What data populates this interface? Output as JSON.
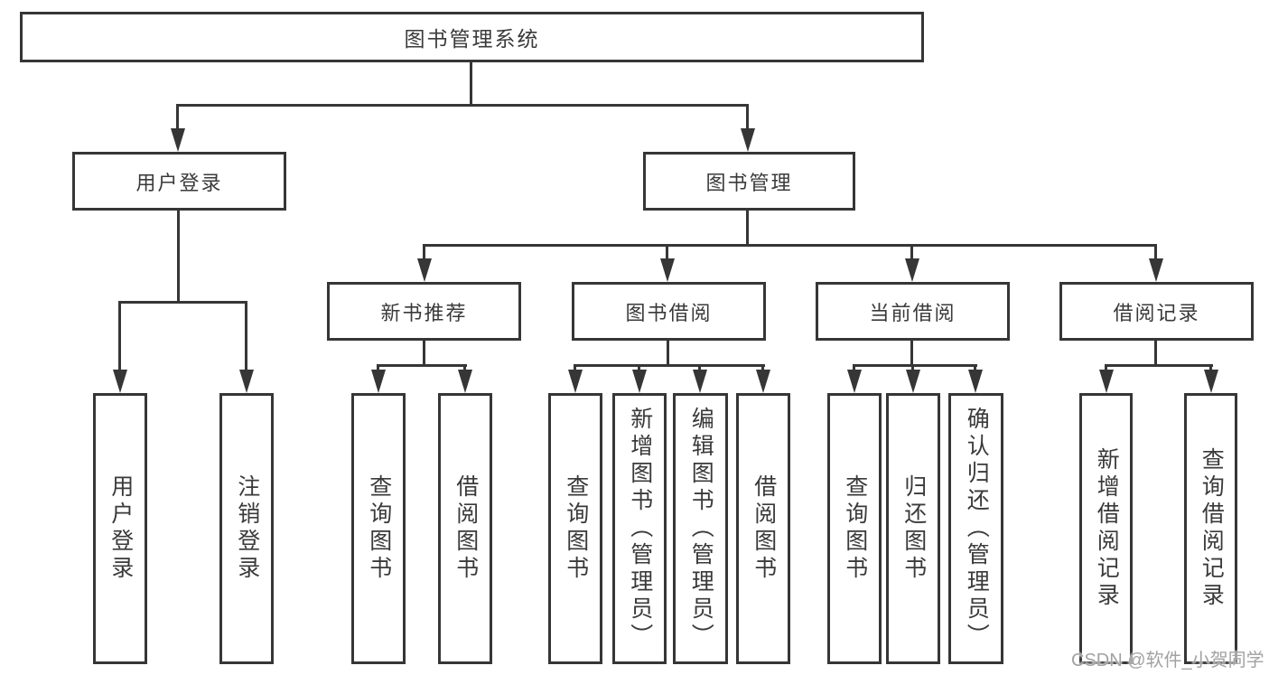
{
  "tree": {
    "label": "图书管理系统",
    "children": [
      {
        "label": "用户登录",
        "children": [
          {
            "label": "用户登录"
          },
          {
            "label": "注销登录"
          }
        ]
      },
      {
        "label": "图书管理",
        "children": [
          {
            "label": "新书推荐",
            "children": [
              {
                "label": "查询图书"
              },
              {
                "label": "借阅图书"
              }
            ]
          },
          {
            "label": "图书借阅",
            "children": [
              {
                "label": "查询图书"
              },
              {
                "label": "新增图书（管理员）"
              },
              {
                "label": "编辑图书（管理员）"
              },
              {
                "label": "借阅图书"
              }
            ]
          },
          {
            "label": "当前借阅",
            "children": [
              {
                "label": "查询图书"
              },
              {
                "label": "归还图书"
              },
              {
                "label": "确认归还（管理员）"
              }
            ]
          },
          {
            "label": "借阅记录",
            "children": [
              {
                "label": "新增借阅记录"
              },
              {
                "label": "查询借阅记录"
              }
            ]
          }
        ]
      }
    ]
  },
  "watermark": "CSDN @软件_小贺同学",
  "colors": {
    "line": "#363636",
    "text": "#3a3a3a",
    "watermark": "#a2a2a2",
    "background": "#ffffff"
  }
}
